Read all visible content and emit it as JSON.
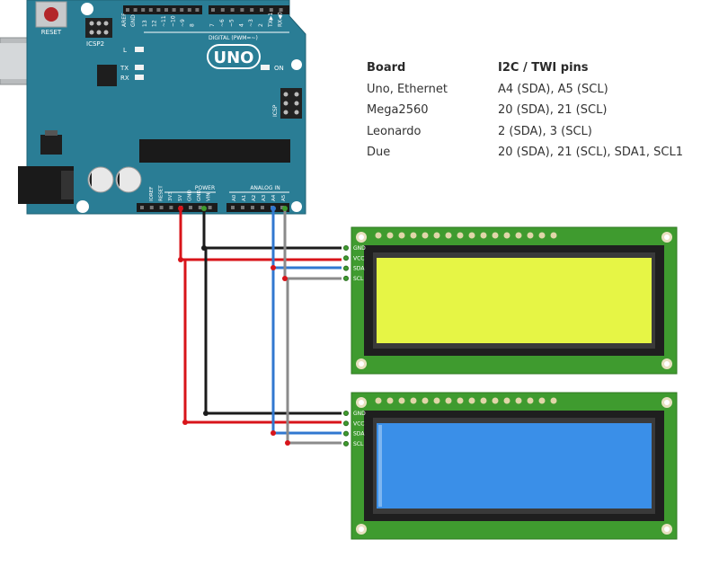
{
  "table": {
    "headers": [
      "Board",
      "I2C / TWI pins"
    ],
    "rows": [
      {
        "board": "Uno, Ethernet",
        "pins": "A4 (SDA), A5 (SCL)"
      },
      {
        "board": "Mega2560",
        "pins": "20 (SDA), 21 (SCL)"
      },
      {
        "board": "Leonardo",
        "pins": "2 (SDA), 3 (SCL)"
      },
      {
        "board": "Due",
        "pins": "20 (SDA), 21 (SCL), SDA1, SCL1"
      }
    ]
  },
  "arduino": {
    "logo": "UNO",
    "reset_label": "RESET",
    "icsp2_label": "ICSP2",
    "icsp_label": "ICSP",
    "digital_label": "DIGITAL (PWM=~)",
    "aref_label": "AREF",
    "gnd_label": "GND",
    "digital_pins": [
      "13",
      "12",
      "~11",
      "~10",
      "~9",
      "8",
      "7",
      "~6",
      "~5",
      "4",
      "~3",
      "2",
      "TX▶1",
      "RX◀0"
    ],
    "led_labels": {
      "l": "L",
      "tx": "TX",
      "rx": "RX",
      "on": "ON"
    },
    "power_label": "POWER",
    "analog_label": "ANALOG IN",
    "power_pins": [
      "IOREF",
      "RESET",
      "3V3",
      "5V",
      "GND",
      "GND",
      "VIN"
    ],
    "analog_pins": [
      "A0",
      "A1",
      "A2",
      "A3",
      "A4",
      "A5"
    ]
  },
  "lcd_pins": [
    "GND",
    "VCC",
    "SDA",
    "SCL"
  ],
  "colors": {
    "board": "#2a7d95",
    "pcb": "#3f9b2f",
    "lcd_yellow": "#e6f545",
    "lcd_blue": "#3a8fe8",
    "wire_red": "#d8141a",
    "wire_black": "#1b1b1b",
    "wire_blue": "#3178d0",
    "wire_gray": "#8b8b8b"
  }
}
